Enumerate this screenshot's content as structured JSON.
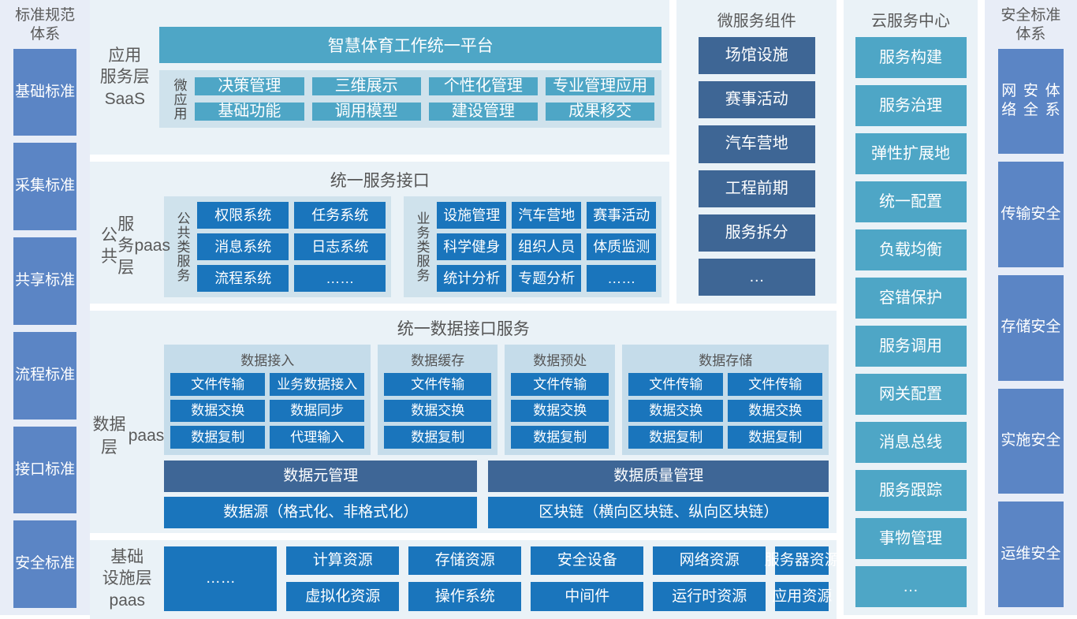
{
  "standards": {
    "title": "标准规范\n体系",
    "title_lines": [
      "标准规范",
      "体系"
    ],
    "items": [
      {
        "label": "基础\n标准"
      },
      {
        "label": "采集\n标准"
      },
      {
        "label": "共享\n标准"
      },
      {
        "label": "流程\n标准"
      },
      {
        "label": "接口\n标准"
      },
      {
        "label": "安全\n标准"
      }
    ]
  },
  "app_layer": {
    "label": "应用\n服务层\nSaaS",
    "platform_bar": "智慧体育工作统一平台",
    "micro_label": "微应用",
    "apps": [
      "决策管理",
      "三维展示",
      "个性化管理",
      "专业管理应用",
      "基础功能",
      "调用模型",
      "建设管理",
      "成果移交"
    ]
  },
  "public_layer": {
    "label": "公共\n服务层\npaas",
    "title": "统一服务接口",
    "groups": [
      {
        "vlabel": "公共类服务",
        "items": [
          "权限系统",
          "任务系统",
          "消息系统",
          "日志系统",
          "流程系统",
          "……"
        ]
      },
      {
        "vlabel": "业务类服务",
        "items": [
          "设施管理",
          "汽车营地",
          "赛事活动",
          "科学健身",
          "组织人员",
          "体质监测",
          "统计分析",
          "专题分析",
          "……"
        ]
      }
    ]
  },
  "microservices": {
    "title": "微服务组件",
    "items": [
      "场馆设施",
      "赛事活动",
      "汽车营地",
      "工程前期",
      "服务拆分",
      "…"
    ]
  },
  "data_layer": {
    "label": "数据层\npaas",
    "title": "统一数据接口服务",
    "cards": [
      {
        "title": "数据接入",
        "items": [
          "文件传输",
          "业务数据接入",
          "数据交换",
          "数据同步",
          "数据复制",
          "代理输入"
        ],
        "cols": 2
      },
      {
        "title": "数据缓存",
        "items": [
          "文件传输",
          "数据交换",
          "数据复制"
        ],
        "cols": 1
      },
      {
        "title": "数据预处",
        "items": [
          "文件传输",
          "数据交换",
          "数据复制"
        ],
        "cols": 1
      },
      {
        "title": "数据存储",
        "items": [
          "文件传输",
          "文件传输",
          "数据交换",
          "数据交换",
          "数据复制",
          "数据复制"
        ],
        "cols": 2
      }
    ],
    "row_mgmt": [
      "数据元管理",
      "数据质量管理"
    ],
    "row_source": [
      "数据源（格式化、非格式化）",
      "区块链（横向区块链、纵向区块链）"
    ]
  },
  "infra_layer": {
    "label": "基础\n设施层\npaas",
    "items": [
      "计算资源",
      "存储资源",
      "安全设备",
      "网络资源",
      "服务器资源",
      "虚拟化资源",
      "操作系统",
      "中间件",
      "运行时资源",
      "应用资源"
    ],
    "dots": "……"
  },
  "cloud": {
    "title": "云服务中心",
    "items": [
      "服务构建",
      "服务治理",
      "弹性扩展地",
      "统一配置",
      "负载均衡",
      "容错保护",
      "服务调用",
      "网关配置",
      "消息总线",
      "服务跟踪",
      "事物管理",
      "…"
    ]
  },
  "security": {
    "title": "安全标准\n体系",
    "title_lines": [
      "安全标准",
      "体系"
    ],
    "items": [
      {
        "label": "网络\n安全\n体系"
      },
      {
        "label": "传输\n安全"
      },
      {
        "label": "存储\n安全"
      },
      {
        "label": "实施\n安全"
      },
      {
        "label": "运维\n安全"
      }
    ]
  },
  "colors": {
    "panel_bg": "#eaf2f7",
    "subpanel_bg": "#c5dcea",
    "blue": "#1a75bc",
    "teal": "#4ea6c6",
    "slate": "#3e6695",
    "steel": "#5b85c5",
    "side_bg": "#e8edf7"
  }
}
